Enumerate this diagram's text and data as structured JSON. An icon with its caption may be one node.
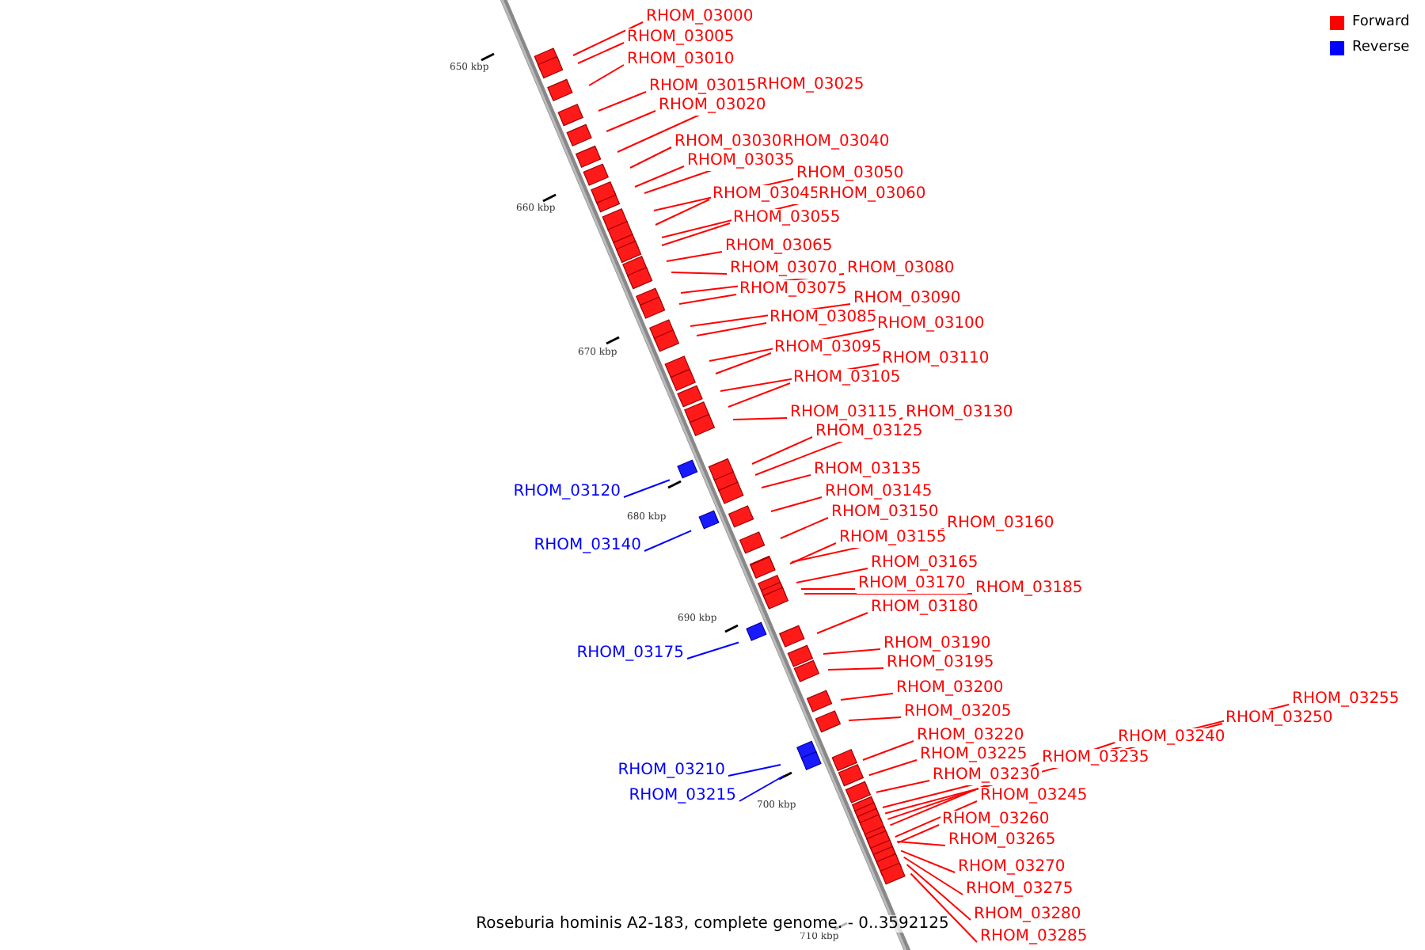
{
  "diagram": {
    "caption": "Roseburia hominis A2-183, complete genome. - 0..3592125",
    "nodes": [
      {
        "text": [
          "RHOM_03000"
        ]
      },
      {
        "text": [
          "RHOM_03005"
        ]
      },
      {
        "text": [
          "RHOM_03010"
        ]
      },
      {
        "text": [
          "RHOM_03015"
        ]
      },
      {
        "text": [
          "RHOM_03025"
        ]
      },
      {
        "text": [
          "RHOM_03020"
        ]
      },
      {
        "text": [
          "RHOM_03030"
        ]
      },
      {
        "text": [
          "RHOM_03040"
        ]
      },
      {
        "text": [
          "RHOM_03035"
        ]
      },
      {
        "text": [
          "RHOM_03050"
        ]
      },
      {
        "text": [
          "RHOM_03045"
        ]
      },
      {
        "text": [
          "RHOM_03060"
        ]
      },
      {
        "text": [
          "RHOM_03055"
        ]
      },
      {
        "text": [
          "RHOM_03065"
        ]
      },
      {
        "text": [
          "RHOM_03070"
        ]
      },
      {
        "text": [
          "RHOM_03080"
        ]
      },
      {
        "text": [
          "RHOM_03075"
        ]
      },
      {
        "text": [
          "RHOM_03090"
        ]
      },
      {
        "text": [
          "RHOM_03085"
        ]
      },
      {
        "text": [
          "RHOM_03100"
        ]
      },
      {
        "text": [
          "RHOM_03095"
        ]
      },
      {
        "text": [
          "RHOM_03110"
        ]
      },
      {
        "text": [
          "RHOM_03105"
        ]
      },
      {
        "text": [
          "RHOM_03115"
        ]
      },
      {
        "text": [
          "RHOM_03130"
        ]
      },
      {
        "text": [
          "RHOM_03125"
        ]
      },
      {
        "text": [
          "RHOM_03135"
        ]
      },
      {
        "text": [
          "RHOM_03120"
        ]
      },
      {
        "text": [
          "RHOM_03145"
        ]
      },
      {
        "text": [
          "RHOM_03150"
        ]
      },
      {
        "text": [
          "RHOM_03160"
        ]
      },
      {
        "text": [
          "RHOM_03155"
        ]
      },
      {
        "text": [
          "RHOM_03140"
        ]
      },
      {
        "text": [
          "RHOM_03165"
        ]
      },
      {
        "text": [
          "RHOM_03170"
        ]
      },
      {
        "text": [
          "RHOM_03185"
        ]
      },
      {
        "text": [
          "RHOM_03180"
        ]
      },
      {
        "text": [
          "RHOM_03190"
        ]
      },
      {
        "text": [
          "RHOM_03175"
        ]
      },
      {
        "text": [
          "RHOM_03195"
        ]
      },
      {
        "text": [
          "RHOM_03200"
        ]
      },
      {
        "text": [
          "RHOM_03205"
        ]
      },
      {
        "text": [
          "RHOM_03255"
        ]
      },
      {
        "text": [
          "RHOM_03250"
        ]
      },
      {
        "text": [
          "RHOM_03220"
        ]
      },
      {
        "text": [
          "RHOM_03240"
        ]
      },
      {
        "text": [
          "RHOM_03225"
        ]
      },
      {
        "text": [
          "RHOM_03235"
        ]
      },
      {
        "text": [
          "RHOM_03210"
        ]
      },
      {
        "text": [
          "RHOM_03230"
        ]
      },
      {
        "text": [
          "RHOM_03245"
        ]
      },
      {
        "text": [
          "RHOM_03215"
        ]
      },
      {
        "text": [
          "RHOM_03260"
        ]
      },
      {
        "text": [
          "RHOM_03265"
        ]
      },
      {
        "text": [
          "RHOM_03270"
        ]
      },
      {
        "text": [
          "RHOM_03275"
        ]
      },
      {
        "text": [
          "RHOM_03280"
        ]
      },
      {
        "text": [
          "RHOM_03285"
        ]
      }
    ],
    "edges": [
      {
        "from": 0,
        "to": null,
        "arrow": "none"
      },
      {
        "from": 1,
        "to": null,
        "arrow": "none"
      },
      {
        "from": 2,
        "to": null,
        "arrow": "none"
      },
      {
        "from": 3,
        "to": null,
        "arrow": "none"
      },
      {
        "from": 4,
        "to": null,
        "arrow": "none"
      },
      {
        "from": 5,
        "to": null,
        "arrow": "none"
      },
      {
        "from": 6,
        "to": null,
        "arrow": "none"
      },
      {
        "from": 7,
        "to": null,
        "arrow": "none"
      },
      {
        "from": 8,
        "to": null,
        "arrow": "none"
      },
      {
        "from": 9,
        "to": null,
        "arrow": "none"
      },
      {
        "from": 10,
        "to": null,
        "arrow": "none"
      },
      {
        "from": 11,
        "to": null,
        "arrow": "none"
      },
      {
        "from": 12,
        "to": null,
        "arrow": "none"
      },
      {
        "from": 13,
        "to": null,
        "arrow": "none"
      },
      {
        "from": 14,
        "to": null,
        "arrow": "none"
      },
      {
        "from": 15,
        "to": null,
        "arrow": "none"
      },
      {
        "from": 16,
        "to": null,
        "arrow": "none"
      },
      {
        "from": 17,
        "to": null,
        "arrow": "none"
      },
      {
        "from": 18,
        "to": null,
        "arrow": "none"
      },
      {
        "from": 19,
        "to": null,
        "arrow": "none"
      },
      {
        "from": 20,
        "to": null,
        "arrow": "none"
      },
      {
        "from": 21,
        "to": null,
        "arrow": "none"
      },
      {
        "from": 22,
        "to": null,
        "arrow": "none"
      },
      {
        "from": 23,
        "to": null,
        "arrow": "none"
      },
      {
        "from": 24,
        "to": null,
        "arrow": "none"
      },
      {
        "from": 25,
        "to": null,
        "arrow": "none"
      },
      {
        "from": 26,
        "to": null,
        "arrow": "none"
      },
      {
        "from": 27,
        "to": null,
        "arrow": "none",
        "color": "#0000ff"
      },
      {
        "from": 28,
        "to": null,
        "arrow": "none"
      },
      {
        "from": 29,
        "to": null,
        "arrow": "none"
      },
      {
        "from": 30,
        "to": null,
        "arrow": "none"
      },
      {
        "from": 31,
        "to": null,
        "arrow": "none"
      },
      {
        "from": 32,
        "to": null,
        "arrow": "none",
        "color": "#0000ff"
      },
      {
        "from": 33,
        "to": null,
        "arrow": "none"
      },
      {
        "from": 34,
        "to": null,
        "arrow": "none"
      },
      {
        "from": 35,
        "to": null,
        "arrow": "none"
      },
      {
        "from": 36,
        "to": null,
        "arrow": "none"
      },
      {
        "from": 37,
        "to": null,
        "arrow": "none"
      },
      {
        "from": 38,
        "to": null,
        "arrow": "none",
        "color": "#0000ff"
      },
      {
        "from": 39,
        "to": null,
        "arrow": "none"
      },
      {
        "from": 40,
        "to": null,
        "arrow": "none"
      },
      {
        "from": 41,
        "to": null,
        "arrow": "none"
      },
      {
        "from": 42,
        "to": null,
        "arrow": "none"
      },
      {
        "from": 43,
        "to": null,
        "arrow": "none"
      },
      {
        "from": 44,
        "to": null,
        "arrow": "none"
      },
      {
        "from": 45,
        "to": null,
        "arrow": "none"
      },
      {
        "from": 46,
        "to": null,
        "arrow": "none"
      },
      {
        "from": 47,
        "to": null,
        "arrow": "none"
      },
      {
        "from": 48,
        "to": null,
        "arrow": "none",
        "color": "#0000ff"
      },
      {
        "from": 49,
        "to": null,
        "arrow": "none"
      },
      {
        "from": 50,
        "to": null,
        "arrow": "none"
      },
      {
        "from": 51,
        "to": null,
        "arrow": "none",
        "color": "#0000ff"
      },
      {
        "from": 52,
        "to": null,
        "arrow": "none"
      },
      {
        "from": 53,
        "to": null,
        "arrow": "none"
      },
      {
        "from": 54,
        "to": null,
        "arrow": "none"
      },
      {
        "from": 55,
        "to": null,
        "arrow": "none"
      },
      {
        "from": 56,
        "to": null,
        "arrow": "none"
      },
      {
        "from": 57,
        "to": null,
        "arrow": "none"
      }
    ],
    "labels": [
      "650 kbp",
      "660 kbp",
      "670 kbp",
      "680 kbp",
      "690 kbp",
      "700 kbp",
      "710 kbp"
    ],
    "legend": [
      {
        "text": "Forward",
        "color": "#ff0000"
      },
      {
        "text": "Reverse",
        "color": "#0000ff"
      }
    ]
  }
}
